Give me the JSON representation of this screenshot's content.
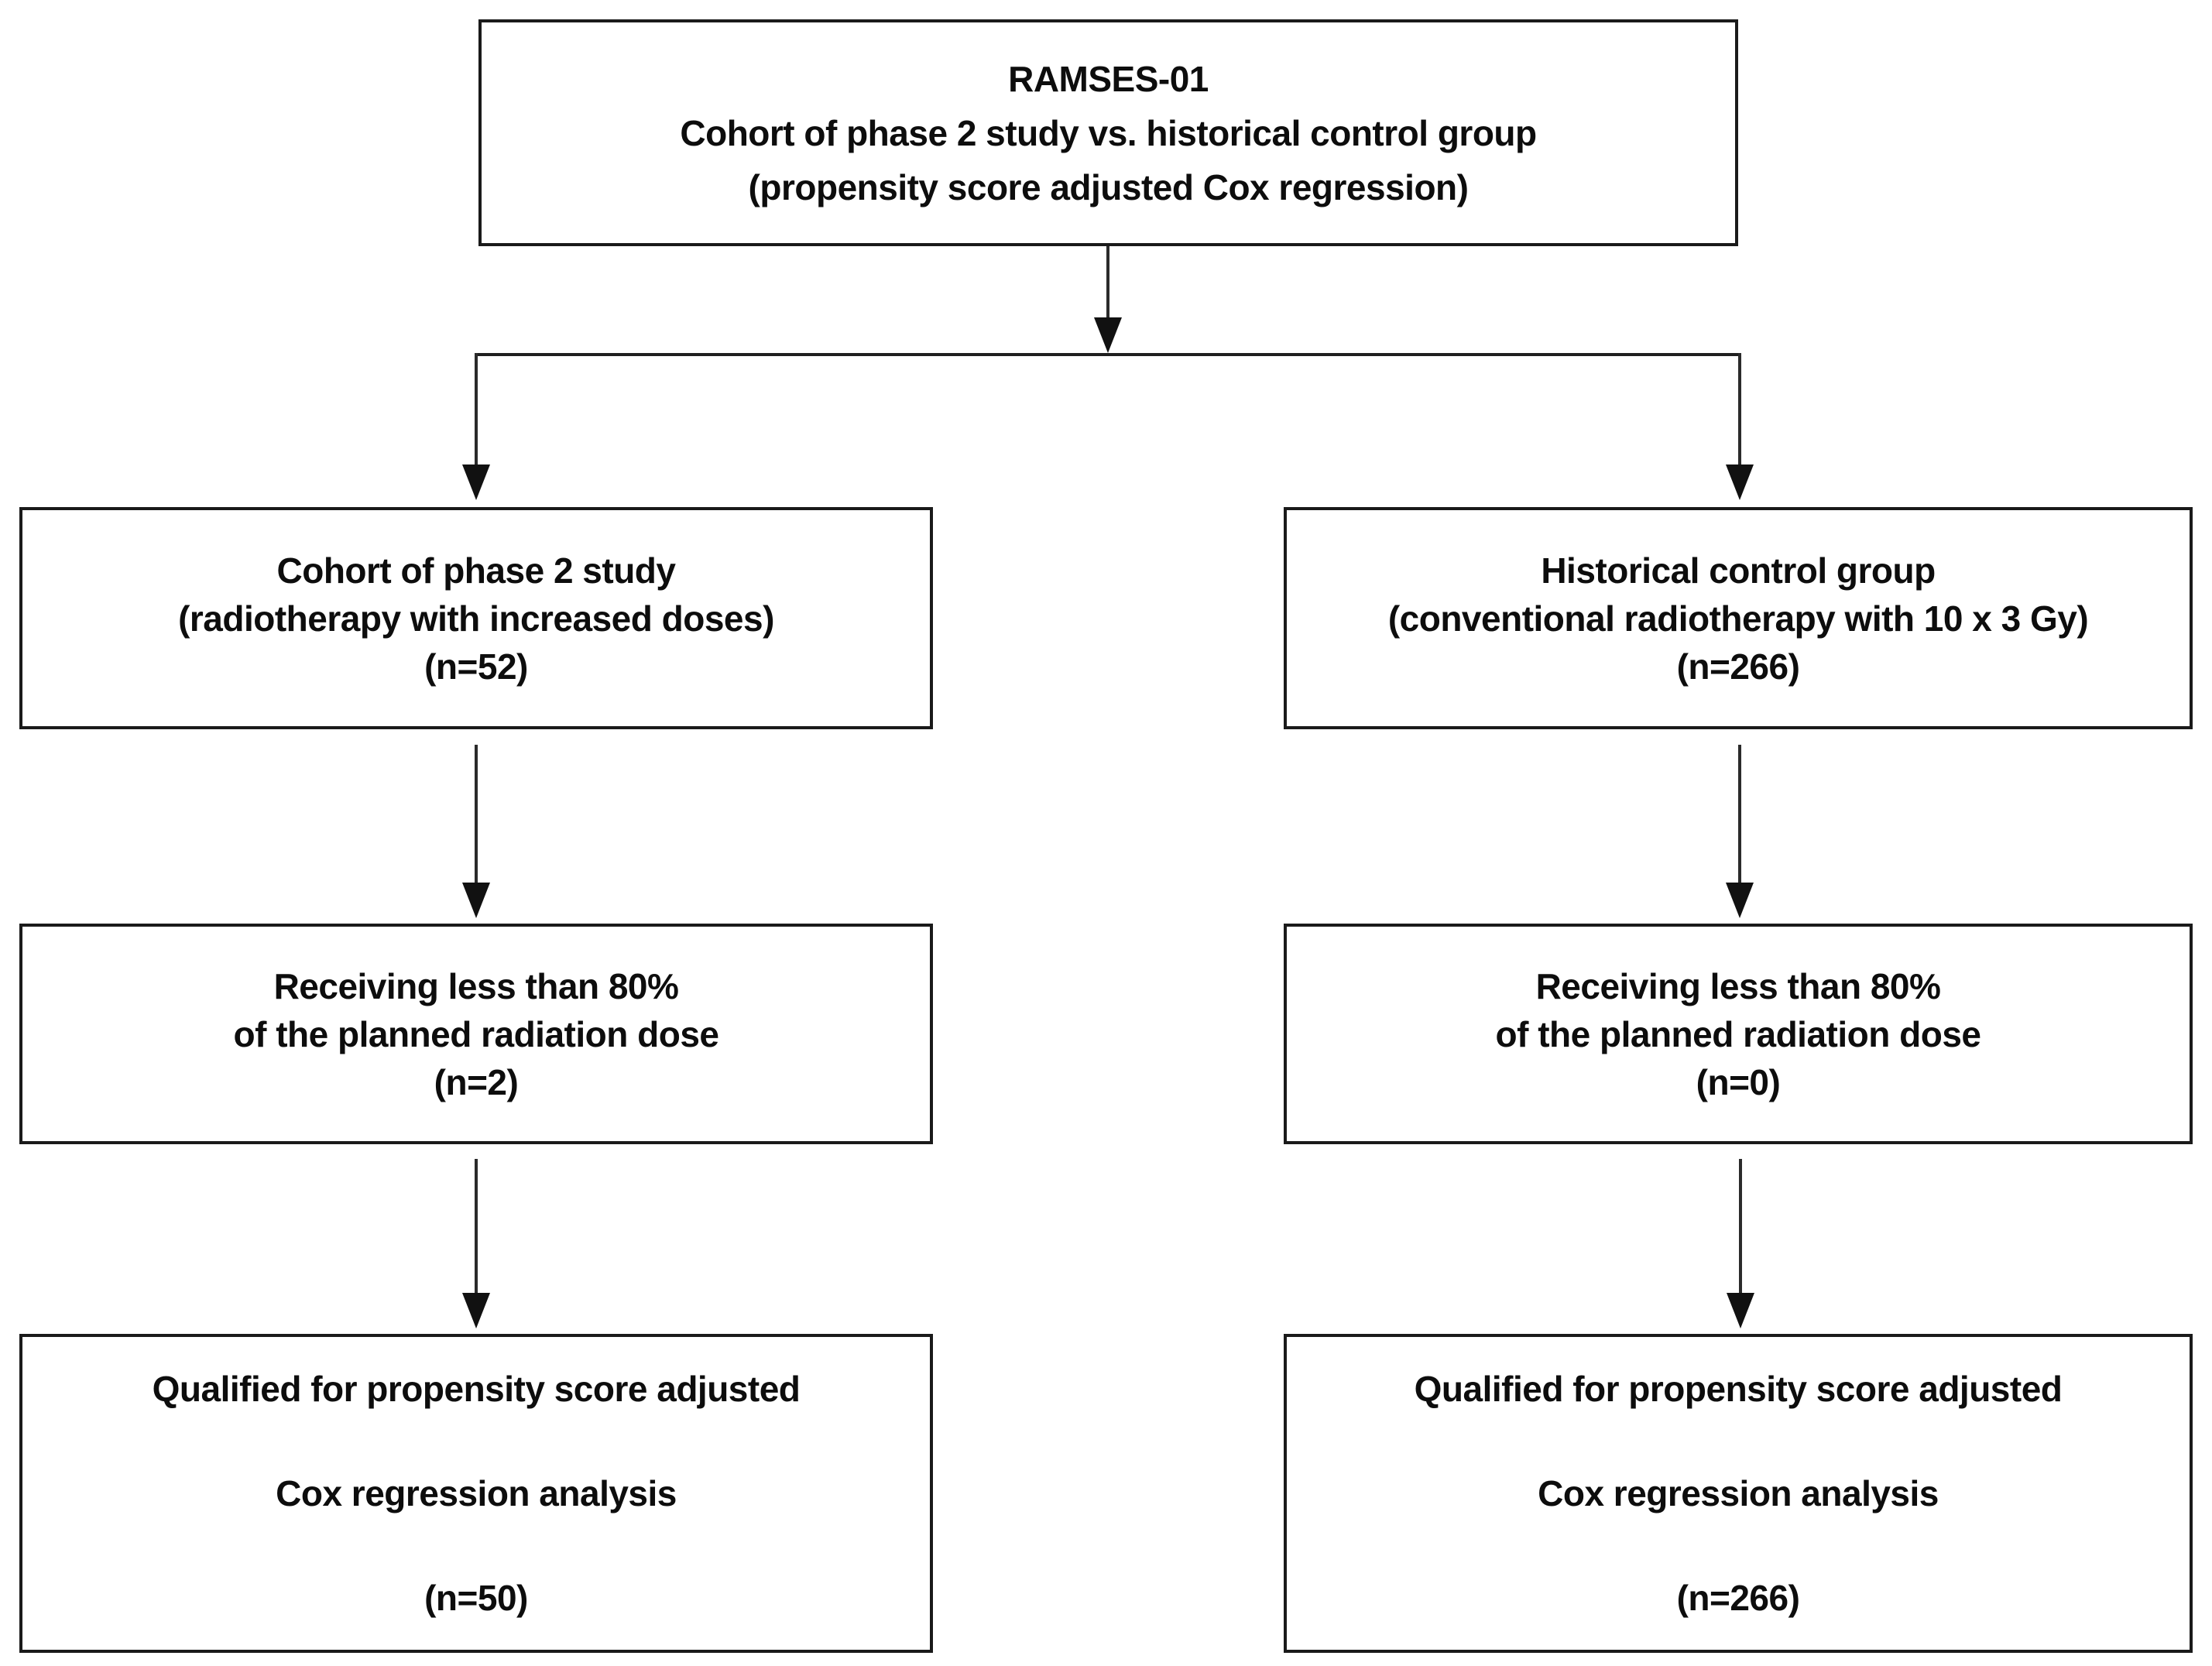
{
  "diagram": {
    "title_box": {
      "lines": [
        "RAMSES-01",
        "Cohort of phase 2 study vs. historical control group",
        "(propensity score adjusted Cox regression)"
      ]
    },
    "left_branch": {
      "cohort_box": {
        "lines": [
          "Cohort of phase 2 study",
          "(radiotherapy with increased doses)",
          "(n=52)"
        ]
      },
      "low_dose_box": {
        "lines": [
          "Receiving less than 80%",
          "of the planned radiation dose",
          "(n=2)"
        ]
      },
      "qualified_box": {
        "lines": [
          "Qualified for propensity score adjusted",
          "Cox regression analysis",
          "(n=50)"
        ]
      }
    },
    "right_branch": {
      "control_box": {
        "lines": [
          "Historical control group",
          "(conventional radiotherapy with 10 x 3 Gy)",
          "(n=266)"
        ]
      },
      "low_dose_box": {
        "lines": [
          "Receiving less than 80%",
          "of the planned radiation dose",
          "(n=0)"
        ]
      },
      "qualified_box": {
        "lines": [
          "Qualified for propensity score adjusted",
          "Cox regression analysis",
          "(n=266)"
        ]
      }
    },
    "colors": {
      "background": "#ffffff",
      "border": "#1a1a1a",
      "text": "#0d0d0d",
      "arrow": "#2b2b2b"
    }
  }
}
